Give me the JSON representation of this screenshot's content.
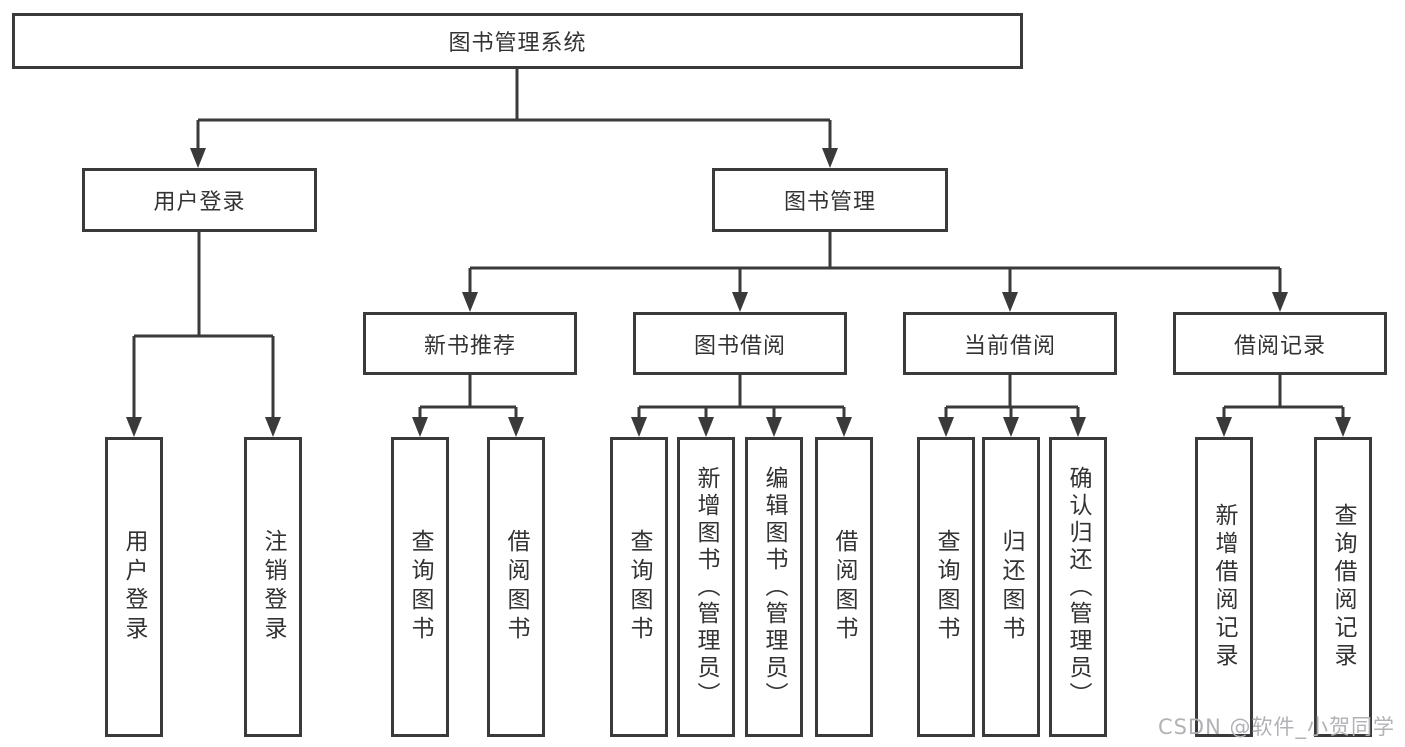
{
  "diagram": {
    "root": {
      "label": "图书管理系统"
    },
    "level2": [
      {
        "label": "用户登录"
      },
      {
        "label": "图书管理"
      }
    ],
    "level3": [
      {
        "label": "新书推荐"
      },
      {
        "label": "图书借阅"
      },
      {
        "label": "当前借阅"
      },
      {
        "label": "借阅记录"
      }
    ],
    "leaves": [
      {
        "label": "用户登录",
        "parent": "用户登录"
      },
      {
        "label": "注销登录",
        "parent": "用户登录"
      },
      {
        "label": "查询图书",
        "parent": "新书推荐"
      },
      {
        "label": "借阅图书",
        "parent": "新书推荐"
      },
      {
        "label": "查询图书",
        "parent": "图书借阅"
      },
      {
        "label": "新增图书（管理员）",
        "parent": "图书借阅"
      },
      {
        "label": "编辑图书（管理员）",
        "parent": "图书借阅"
      },
      {
        "label": "借阅图书",
        "parent": "图书借阅"
      },
      {
        "label": "查询图书",
        "parent": "当前借阅"
      },
      {
        "label": "归还图书",
        "parent": "当前借阅"
      },
      {
        "label": "确认归还（管理员）",
        "parent": "当前借阅"
      },
      {
        "label": "新增借阅记录",
        "parent": "借阅记录"
      },
      {
        "label": "查询借阅记录",
        "parent": "借阅记录"
      }
    ]
  },
  "watermark": {
    "text": "CSDN @软件_小贺同学"
  },
  "colors": {
    "line": "#3a3a3a",
    "text": "#333333",
    "watermark": "#b3b1b6",
    "background": "#ffffff"
  }
}
